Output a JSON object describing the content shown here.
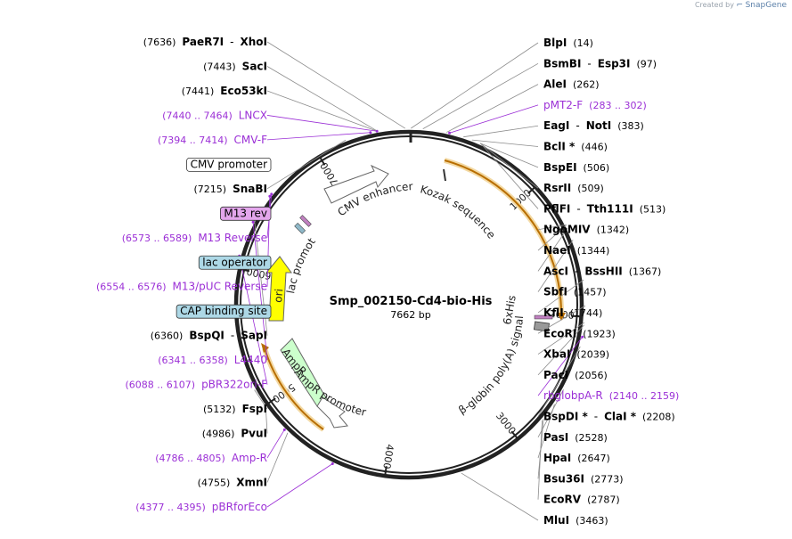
{
  "watermark": {
    "prefix": "Created by",
    "brand": "SnapGene"
  },
  "plasmid": {
    "name": "Smp_002150-Cd4-bio-His",
    "length_label": "7662 bp",
    "length": 7662
  },
  "colors": {
    "enzyme": "#000000",
    "primer": "#9b2fd6",
    "leader": "#8c8c8c",
    "feature_outline": "#d9a441",
    "ori": "#ffff00",
    "ampr": "#ccffcc",
    "lac_box": "#add8e6",
    "m13_box": "#e3a6ec"
  },
  "ticks": [
    "1000",
    "2000",
    "3000",
    "4000",
    "5000",
    "6000",
    "7000"
  ],
  "left_labels": [
    {
      "pos": "(7636)",
      "name": "PaeR7I",
      "sep": "-",
      "name2": "XhoI"
    },
    {
      "pos": "(7443)",
      "name": "SacI"
    },
    {
      "pos": "(7441)",
      "name": "Eco53kI"
    },
    {
      "pos": "(7440 .. 7464)",
      "name": "LNCX",
      "primer": true
    },
    {
      "pos": "(7394 .. 7414)",
      "name": "CMV-F",
      "primer": true
    },
    {
      "name": "CMV promoter",
      "boxed": true,
      "box": "white"
    },
    {
      "pos": "(7215)",
      "name": "SnaBI"
    },
    {
      "name": "M13 rev",
      "boxed": true,
      "box": "m13"
    },
    {
      "pos": "(6573 .. 6589)",
      "name": "M13 Reverse",
      "primer": true
    },
    {
      "name": "lac operator",
      "boxed": true,
      "box": "lac"
    },
    {
      "pos": "(6554 .. 6576)",
      "name": "M13/pUC Reverse",
      "primer": true
    },
    {
      "name": "CAP binding site",
      "boxed": true,
      "box": "lac"
    },
    {
      "pos": "(6360)",
      "name": "BspQI",
      "sep": "-",
      "name2": "SapI"
    },
    {
      "pos": "(6341 .. 6358)",
      "name": "L4440",
      "primer": true
    },
    {
      "pos": "(6088 .. 6107)",
      "name": "pBR322ori-F",
      "primer": true
    },
    {
      "pos": "(5132)",
      "name": "FspI"
    },
    {
      "pos": "(4986)",
      "name": "PvuI"
    },
    {
      "pos": "(4786 .. 4805)",
      "name": "Amp-R",
      "primer": true
    },
    {
      "pos": "(4755)",
      "name": "XmnI"
    },
    {
      "pos": "(4377 .. 4395)",
      "name": "pBRforEco",
      "primer": true
    }
  ],
  "right_labels": [
    {
      "name": "BlpI",
      "pos": "(14)"
    },
    {
      "name": "BsmBI",
      "sep": "-",
      "name2": "Esp3I",
      "pos": "(97)"
    },
    {
      "name": "AleI",
      "pos": "(262)"
    },
    {
      "name": "pMT2-F",
      "pos": "(283 .. 302)",
      "primer": true
    },
    {
      "name": "EagI",
      "sep": "-",
      "name2": "NotI",
      "pos": "(383)"
    },
    {
      "name": "BclI *",
      "pos": "(446)"
    },
    {
      "name": "BspEI",
      "pos": "(506)"
    },
    {
      "name": "RsrII",
      "pos": "(509)"
    },
    {
      "name": "PflFI",
      "sep": "-",
      "name2": "Tth111I",
      "pos": "(513)"
    },
    {
      "name": "NgoMIV",
      "pos": "(1342)"
    },
    {
      "name": "NaeI",
      "pos": "(1344)"
    },
    {
      "name": "AscI",
      "sep": "-",
      "name2": "BssHII",
      "pos": "(1367)"
    },
    {
      "name": "SbfI",
      "pos": "(1457)"
    },
    {
      "name": "KflI",
      "pos": "(1744)"
    },
    {
      "name": "EcoRI",
      "pos": "(1923)"
    },
    {
      "name": "XbaI",
      "pos": "(2039)"
    },
    {
      "name": "PacI",
      "pos": "(2056)"
    },
    {
      "name": "rbglobpA-R",
      "pos": "(2140 .. 2159)",
      "primer": true
    },
    {
      "name": "BspDI *",
      "sep": "-",
      "name2": "ClaI *",
      "pos": "(2208)"
    },
    {
      "name": "PasI",
      "pos": "(2528)"
    },
    {
      "name": "HpaI",
      "pos": "(2647)"
    },
    {
      "name": "Bsu36I",
      "pos": "(2773)"
    },
    {
      "name": "EcoRV",
      "pos": "(2787)"
    },
    {
      "name": "MluI",
      "pos": "(3463)"
    }
  ],
  "features": {
    "kozak": "Kozak sequence",
    "his": "6xHis",
    "polya": "β-globin poly(A) signal",
    "cmv_enh": "CMV enhancer",
    "lac_prom": "lac promoter",
    "ori": "ori",
    "ampr": "AmpR",
    "ampr_prom": "AmpR promoter"
  }
}
